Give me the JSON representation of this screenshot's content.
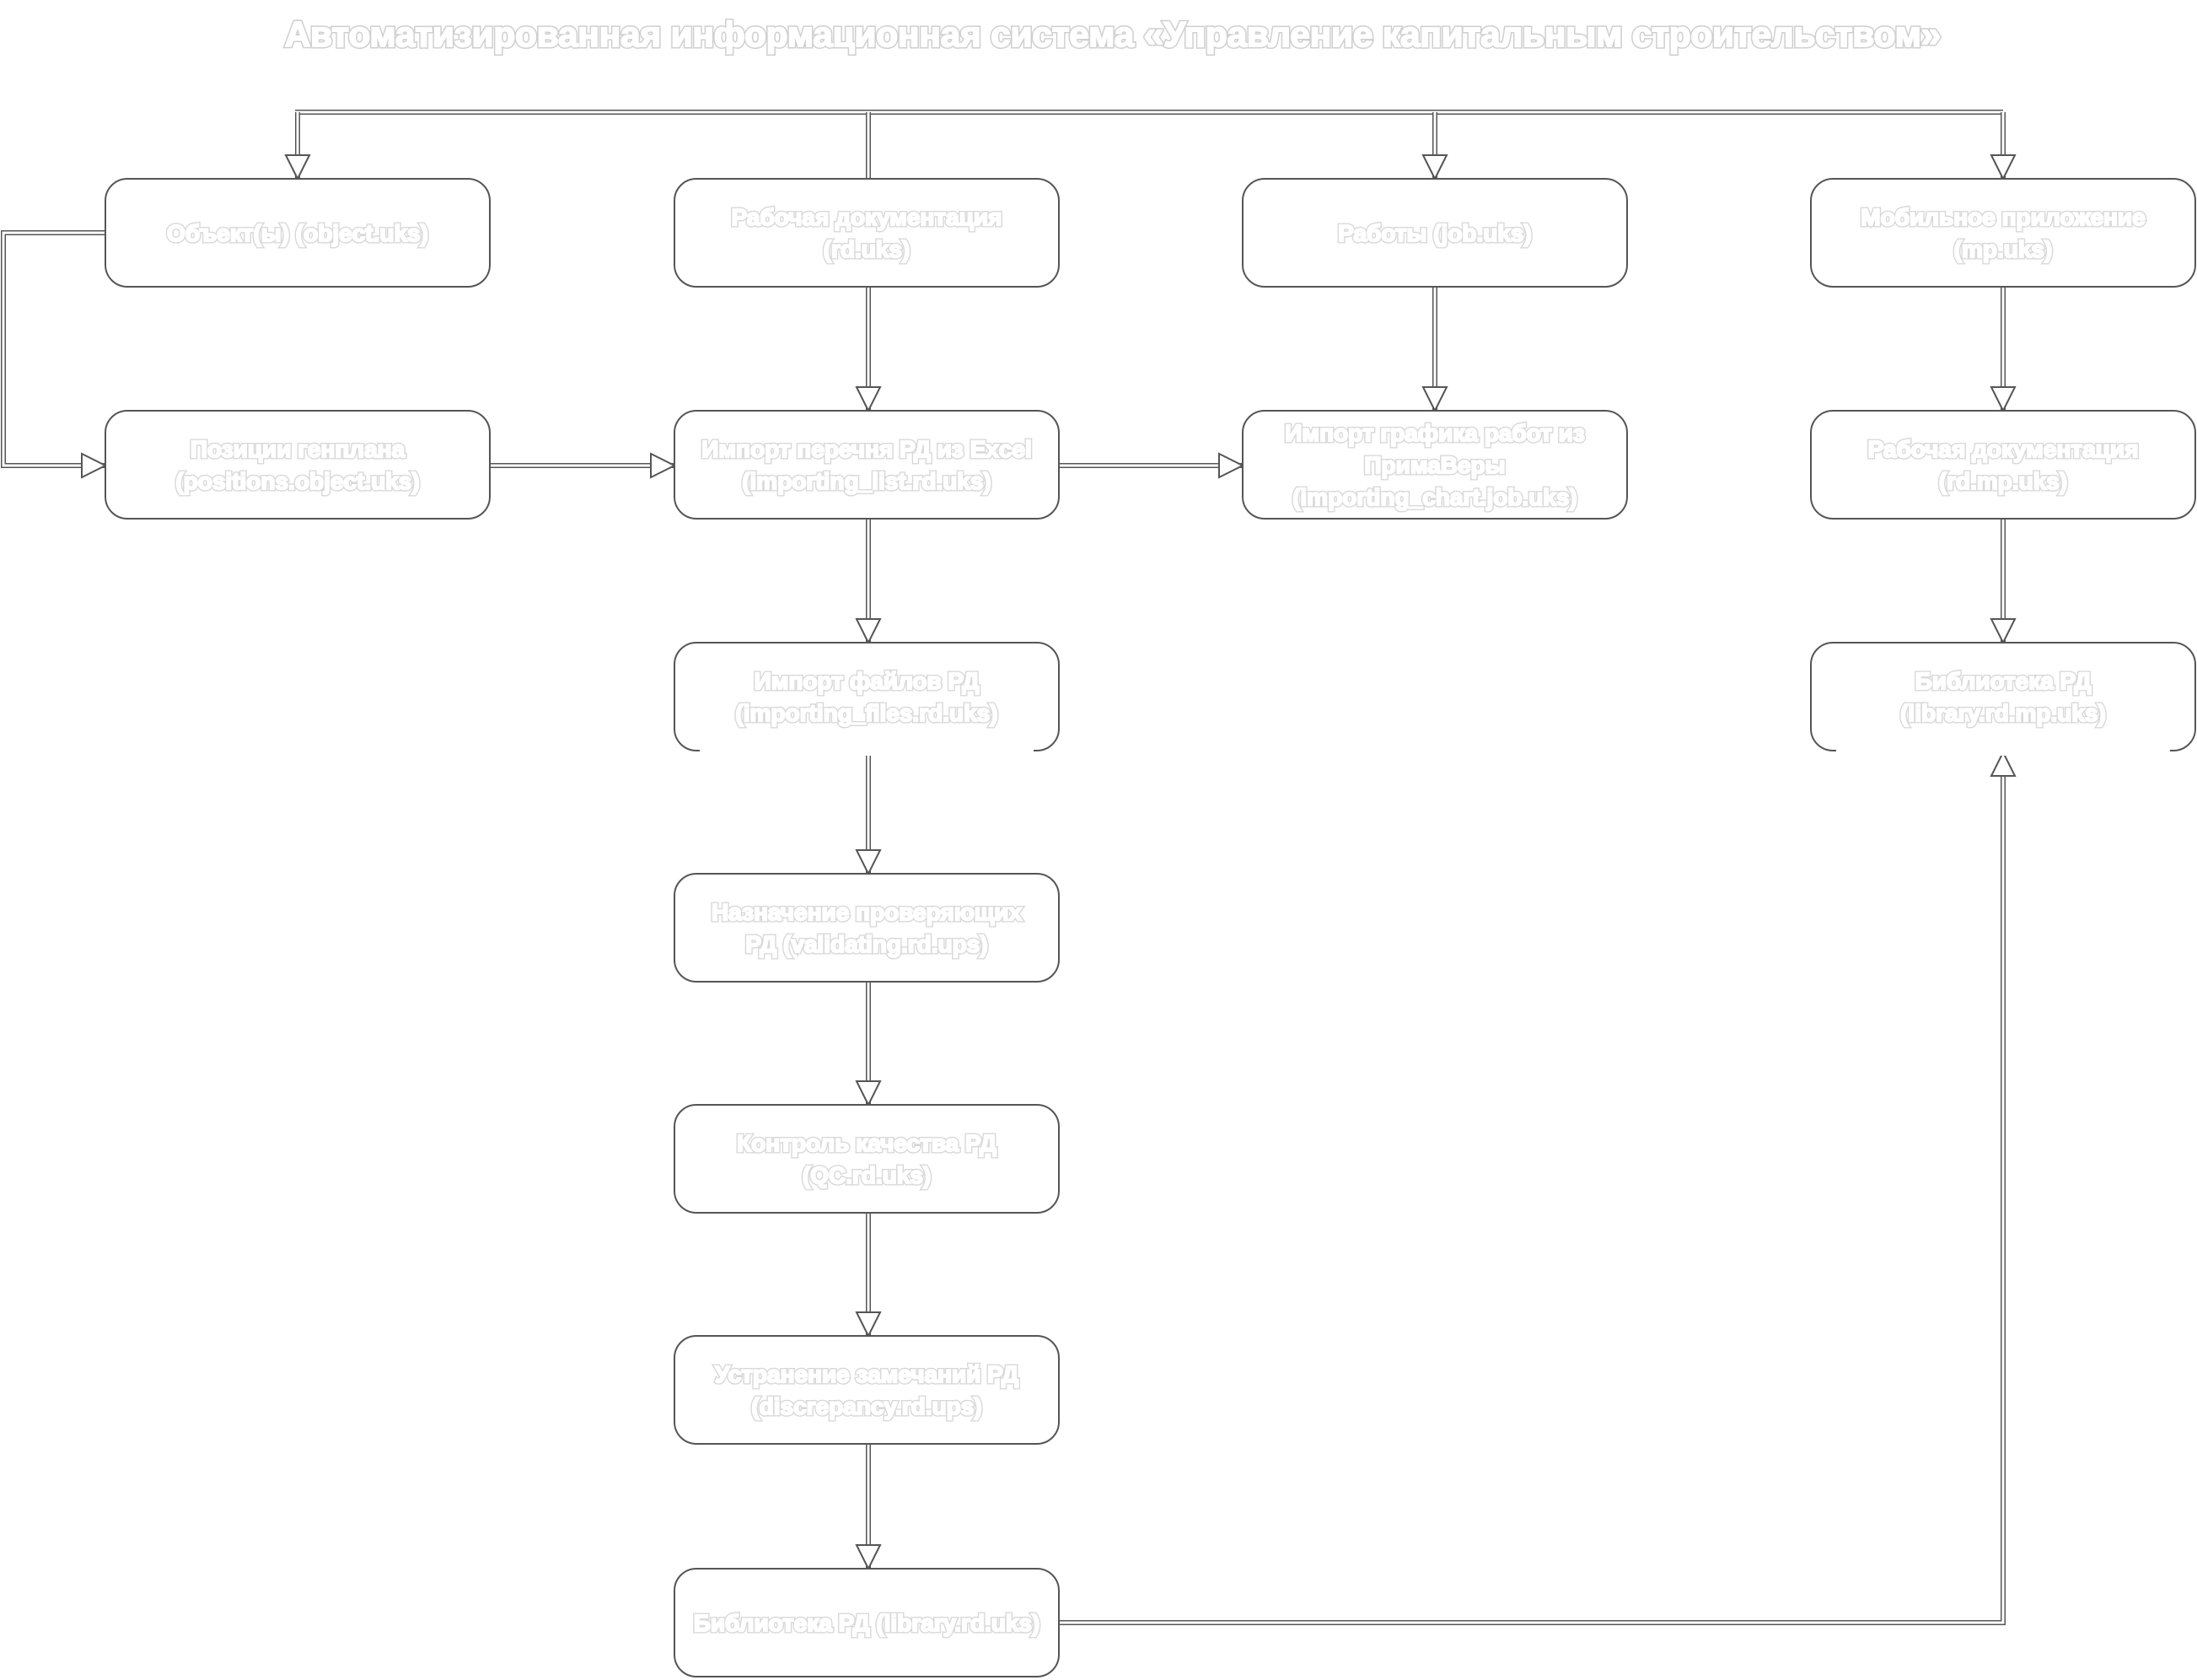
{
  "title": "Автоматизированная информационная система «Управление капитальным строительством»",
  "colors": {
    "background": "#ffffff",
    "line": "#555555",
    "text": "#ffffff"
  },
  "nodes": {
    "objects": {
      "lines": [
        "Объект(ы) (object.uks)"
      ]
    },
    "rd": {
      "lines": [
        "Рабочая документация",
        "(rd.uks)"
      ]
    },
    "jobs": {
      "lines": [
        "Работы (job.uks)"
      ]
    },
    "mobile": {
      "lines": [
        "Мобильное приложение",
        "(mp.uks)"
      ]
    },
    "positions": {
      "lines": [
        "Позиции генплана",
        "(positions.object.uks)"
      ]
    },
    "import_list": {
      "lines": [
        "Импорт перечня РД из Excel",
        "(importing_list.rd.uks)"
      ]
    },
    "import_chart": {
      "lines": [
        "Импорт графика работ из",
        "ПримаВеры",
        "(importing_chart.job.uks)"
      ]
    },
    "rd_mp": {
      "lines": [
        "Рабочая документация",
        "(rd.mp.uks)"
      ]
    },
    "import_files": {
      "lines": [
        "Импорт файлов РД",
        "(importing_files.rd.uks)"
      ]
    },
    "library_mp": {
      "lines": [
        "Библиотека РД",
        "(library.rd.mp.uks)"
      ]
    },
    "validating": {
      "lines": [
        "Назначение проверяющих",
        "РД (validating.rd.ups)"
      ]
    },
    "qc": {
      "lines": [
        "Контроль качества РД",
        "(QC.rd.uks)"
      ]
    },
    "discrepancy": {
      "lines": [
        "Устранение замечаний РД",
        "(discrepancy.rd.ups)"
      ]
    },
    "library": {
      "lines": [
        "Библиотека РД (library.rd.uks)"
      ]
    }
  },
  "edges": [
    {
      "from": "title",
      "to": "objects"
    },
    {
      "from": "title",
      "to": "rd"
    },
    {
      "from": "title",
      "to": "jobs"
    },
    {
      "from": "title",
      "to": "mobile"
    },
    {
      "from": "objects",
      "to": "positions"
    },
    {
      "from": "positions",
      "to": "import_list"
    },
    {
      "from": "rd",
      "to": "import_list"
    },
    {
      "from": "import_list",
      "to": "import_chart"
    },
    {
      "from": "jobs",
      "to": "import_chart"
    },
    {
      "from": "import_list",
      "to": "import_files"
    },
    {
      "from": "import_files",
      "to": "validating"
    },
    {
      "from": "validating",
      "to": "qc"
    },
    {
      "from": "qc",
      "to": "discrepancy"
    },
    {
      "from": "discrepancy",
      "to": "library"
    },
    {
      "from": "mobile",
      "to": "rd_mp"
    },
    {
      "from": "rd_mp",
      "to": "library_mp"
    },
    {
      "from": "library",
      "to": "library_mp"
    }
  ]
}
